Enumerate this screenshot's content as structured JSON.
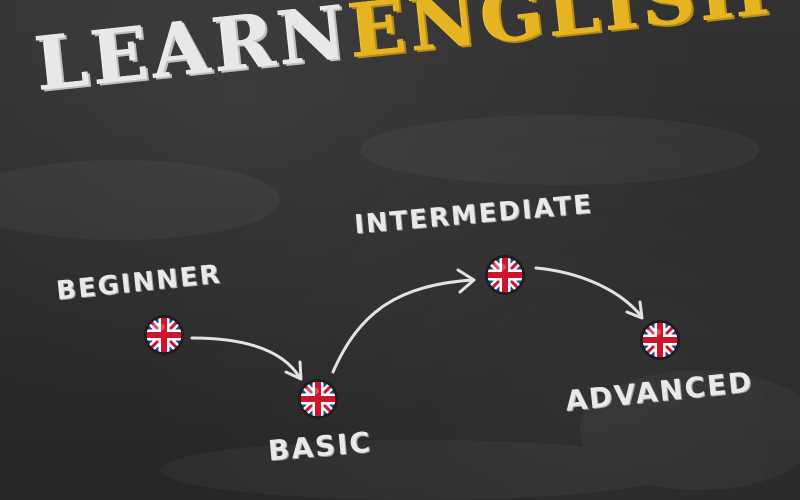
{
  "title": {
    "word1": "LEARN",
    "word2": "ENGLISH",
    "word1_color": "#e8e8e8",
    "word2_color": "#e6b422"
  },
  "levels": {
    "beginner": "BEGINNER",
    "basic": "BASIC",
    "intermediate": "INTERMEDIATE",
    "advanced": "ADVANCED"
  },
  "icons": {
    "flag": "union-jack-flag-icon",
    "arrow": "chalk-arrow-icon"
  },
  "colors": {
    "chalkboard": "#2e2e2e",
    "chalk_white": "#e9e9e9",
    "chalk_yellow": "#e6b422"
  }
}
